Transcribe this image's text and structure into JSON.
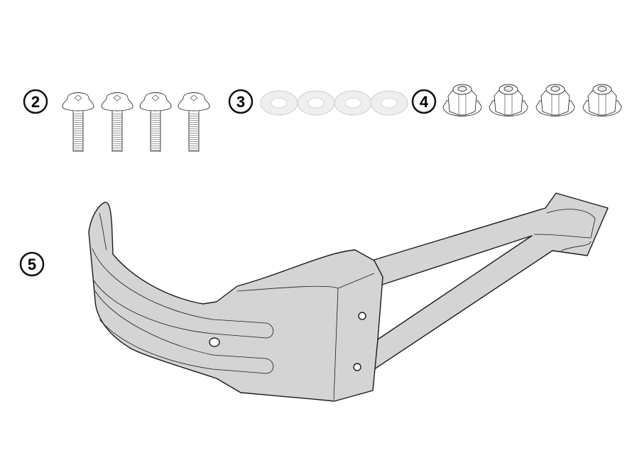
{
  "labels": {
    "part_2": "2",
    "part_3": "3",
    "part_4": "4",
    "part_5": "5"
  },
  "parts": [
    {
      "number": "2",
      "item": "button-head-bolt",
      "quantity": 4
    },
    {
      "number": "3",
      "item": "washer",
      "quantity": 4
    },
    {
      "number": "4",
      "item": "flange-nut",
      "quantity": 4
    },
    {
      "number": "5",
      "item": "bracket",
      "quantity": 1
    }
  ],
  "colors": {
    "part_fill": "#d4d4d4",
    "line": "#1a1a1a",
    "washer_fill": "#efefef"
  }
}
